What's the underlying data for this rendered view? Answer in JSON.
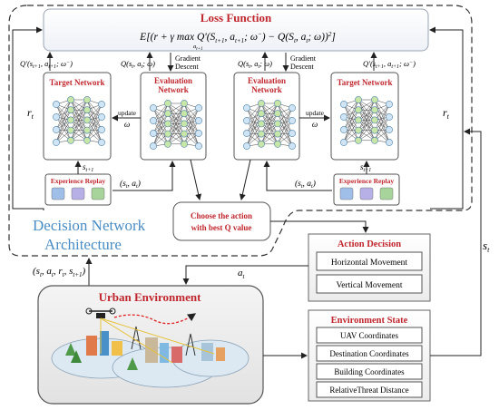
{
  "loss": {
    "title": "Loss Function",
    "formula": "E[(r + γ max Q'(S_{t+1}, a_{t+1}; ω⁻) − Q(S_t, a_t; ω))²]",
    "formula_main": "E[(r + γ max",
    "formula_rest": "Q'(S",
    "max_sub": "a",
    "max_sub_idx": "t+1"
  },
  "networks": {
    "target_left": "Target Network",
    "eval_left_1": "Evaluation",
    "eval_left_2": "Network",
    "eval_right_1": "Evaluation",
    "eval_right_2": "Network",
    "target_right": "Target Network"
  },
  "labels": {
    "q_target_left": "Q'(s_{t+1}, a_{t+1}; ω⁻)",
    "q_eval_left": "Q(s_t, a_t; ω)",
    "gradient_descent_1": "Gradient",
    "gradient_descent_2": "Descent",
    "q_eval_right": "Q(s_t, a_t; ω)",
    "gradient_descent_r1": "Gradient",
    "gradient_descent_r2": "Descent",
    "q_target_right": "Q'(s_{t+1}, a_{t+1}; ω⁻)",
    "update": "update",
    "omega": "ω",
    "r_t": "r",
    "s_t1": "s",
    "s_a": "(s_t, a_t)",
    "s_a_right": "(s_t, a_t)",
    "experience_replay": "Experience Replay",
    "choose_action_1": "Choose the action",
    "choose_action_2": "with best Q value",
    "architecture_1": "Decision Network",
    "architecture_2": "Architecture",
    "transition": "(s_t, a_t, r_t, s_{t+1})",
    "a_t": "a",
    "s_t_right": "s"
  },
  "action_decision": {
    "title": "Action Decision",
    "items": [
      "Horizontal Movement",
      "Vertical Movement"
    ]
  },
  "environment_state": {
    "title": "Environment State",
    "items": [
      "UAV Coordinates",
      "Destination Coordinates",
      "Building Coordinates",
      "RelativeThreat Distance"
    ]
  },
  "urban": {
    "title": "Urban Environment"
  },
  "colors": {
    "title_red": "#c0262d",
    "arch_blue": "#4a8cc4",
    "node_blue": "#cfe5f5",
    "node_green": "#c8e6a8",
    "replay_blue": "#9fbfe8",
    "replay_purple": "#b6b0e6",
    "replay_green": "#a6d49a"
  }
}
